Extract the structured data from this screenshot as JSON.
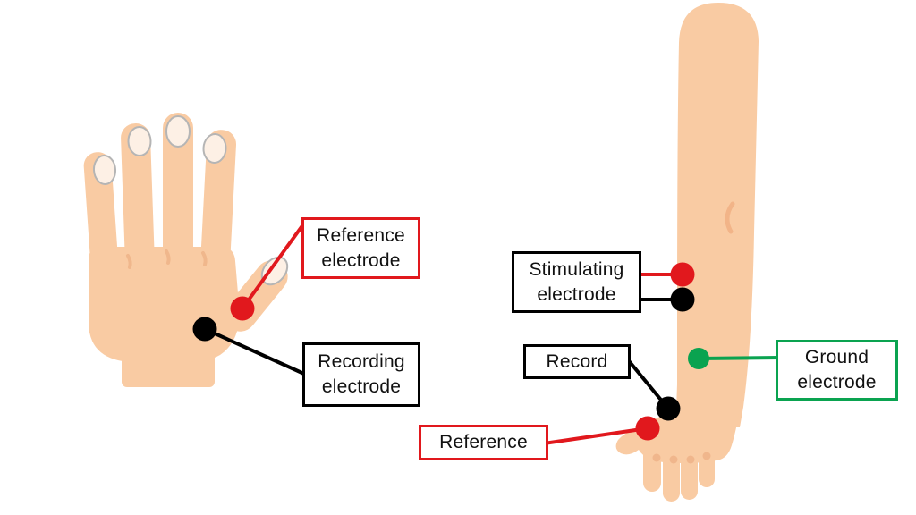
{
  "labels": {
    "reference_hand": {
      "line1": "Reference",
      "line2": "electrode",
      "border_color": "#e1181d"
    },
    "recording_hand": {
      "line1": "Recording",
      "line2": "electrode",
      "border_color": "#000000"
    },
    "stimulating": {
      "line1": "Stimulating",
      "line2": "electrode",
      "border_color": "#000000"
    },
    "record": {
      "text": "Record",
      "border_color": "#000000"
    },
    "reference_wrist": {
      "text": "Reference",
      "border_color": "#e1181d"
    },
    "ground": {
      "line1": "Ground",
      "line2": "electrode",
      "border_color": "#0aa350"
    }
  },
  "electrode_dots": [
    {
      "name": "reference-electrode-dot",
      "color": "#e1181d",
      "placement": "base of thumb on hand",
      "connected_label": "Reference electrode"
    },
    {
      "name": "recording-electrode-dot",
      "color": "#000000",
      "placement": "back of hand",
      "connected_label": "Recording electrode"
    },
    {
      "name": "stimulating-red-dot",
      "color": "#e1181d",
      "placement": "forearm upper",
      "connected_label": "Stimulating electrode"
    },
    {
      "name": "stimulating-black-dot",
      "color": "#000000",
      "placement": "forearm upper",
      "connected_label": "Stimulating electrode"
    },
    {
      "name": "ground-electrode-dot",
      "color": "#0aa350",
      "placement": "mid forearm",
      "connected_label": "Ground electrode"
    },
    {
      "name": "record-dot",
      "color": "#000000",
      "placement": "wrist",
      "connected_label": "Record"
    },
    {
      "name": "reference-dot",
      "color": "#e1181d",
      "placement": "wrist near thumb",
      "connected_label": "Reference"
    }
  ],
  "colors": {
    "red": "#e1181d",
    "black": "#000000",
    "green": "#0aa350",
    "skin": "#f9cba3",
    "nail": "#fdf0e5",
    "nail_outline": "#b5b5b5",
    "crease": "#f0b78c",
    "background": "#ffffff"
  }
}
